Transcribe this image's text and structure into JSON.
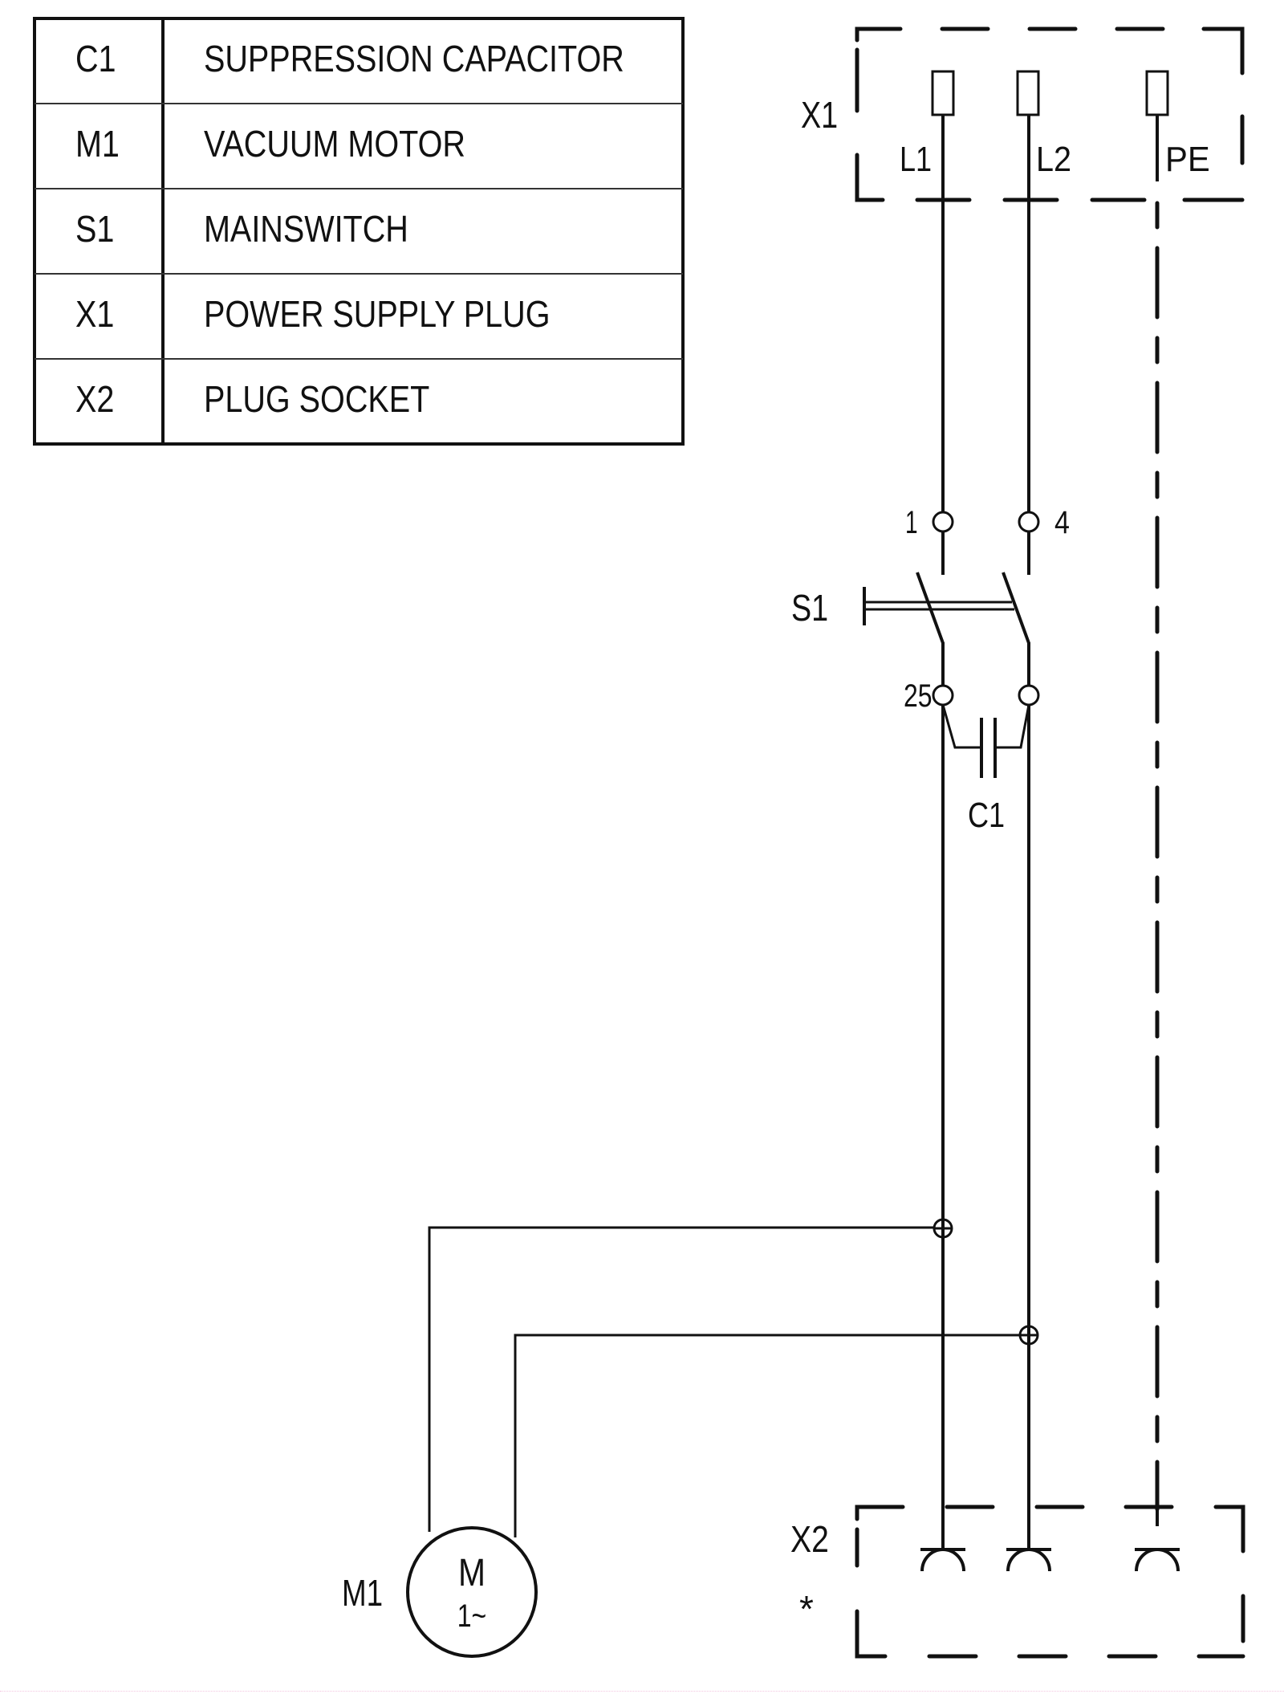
{
  "legend_table": {
    "rows": [
      {
        "code": "C1",
        "description": "SUPPRESSION CAPACITOR"
      },
      {
        "code": "M1",
        "description": "VACUUM MOTOR"
      },
      {
        "code": "S1",
        "description": "MAINSWITCH"
      },
      {
        "code": "X1",
        "description": "POWER SUPPLY PLUG"
      },
      {
        "code": "X2",
        "description": "PLUG SOCKET"
      }
    ]
  },
  "schematic": {
    "x1": {
      "label": "X1",
      "terminals": [
        "L1",
        "L2",
        "PE"
      ]
    },
    "s1": {
      "label": "S1",
      "terminal_top_left": "1",
      "terminal_top_right": "4",
      "terminal_bottom_left": "25"
    },
    "c1": {
      "label": "C1"
    },
    "m1": {
      "label": "M1",
      "symbol": "M",
      "phase": "1~"
    },
    "x2": {
      "label": "X2",
      "note": "*"
    }
  }
}
